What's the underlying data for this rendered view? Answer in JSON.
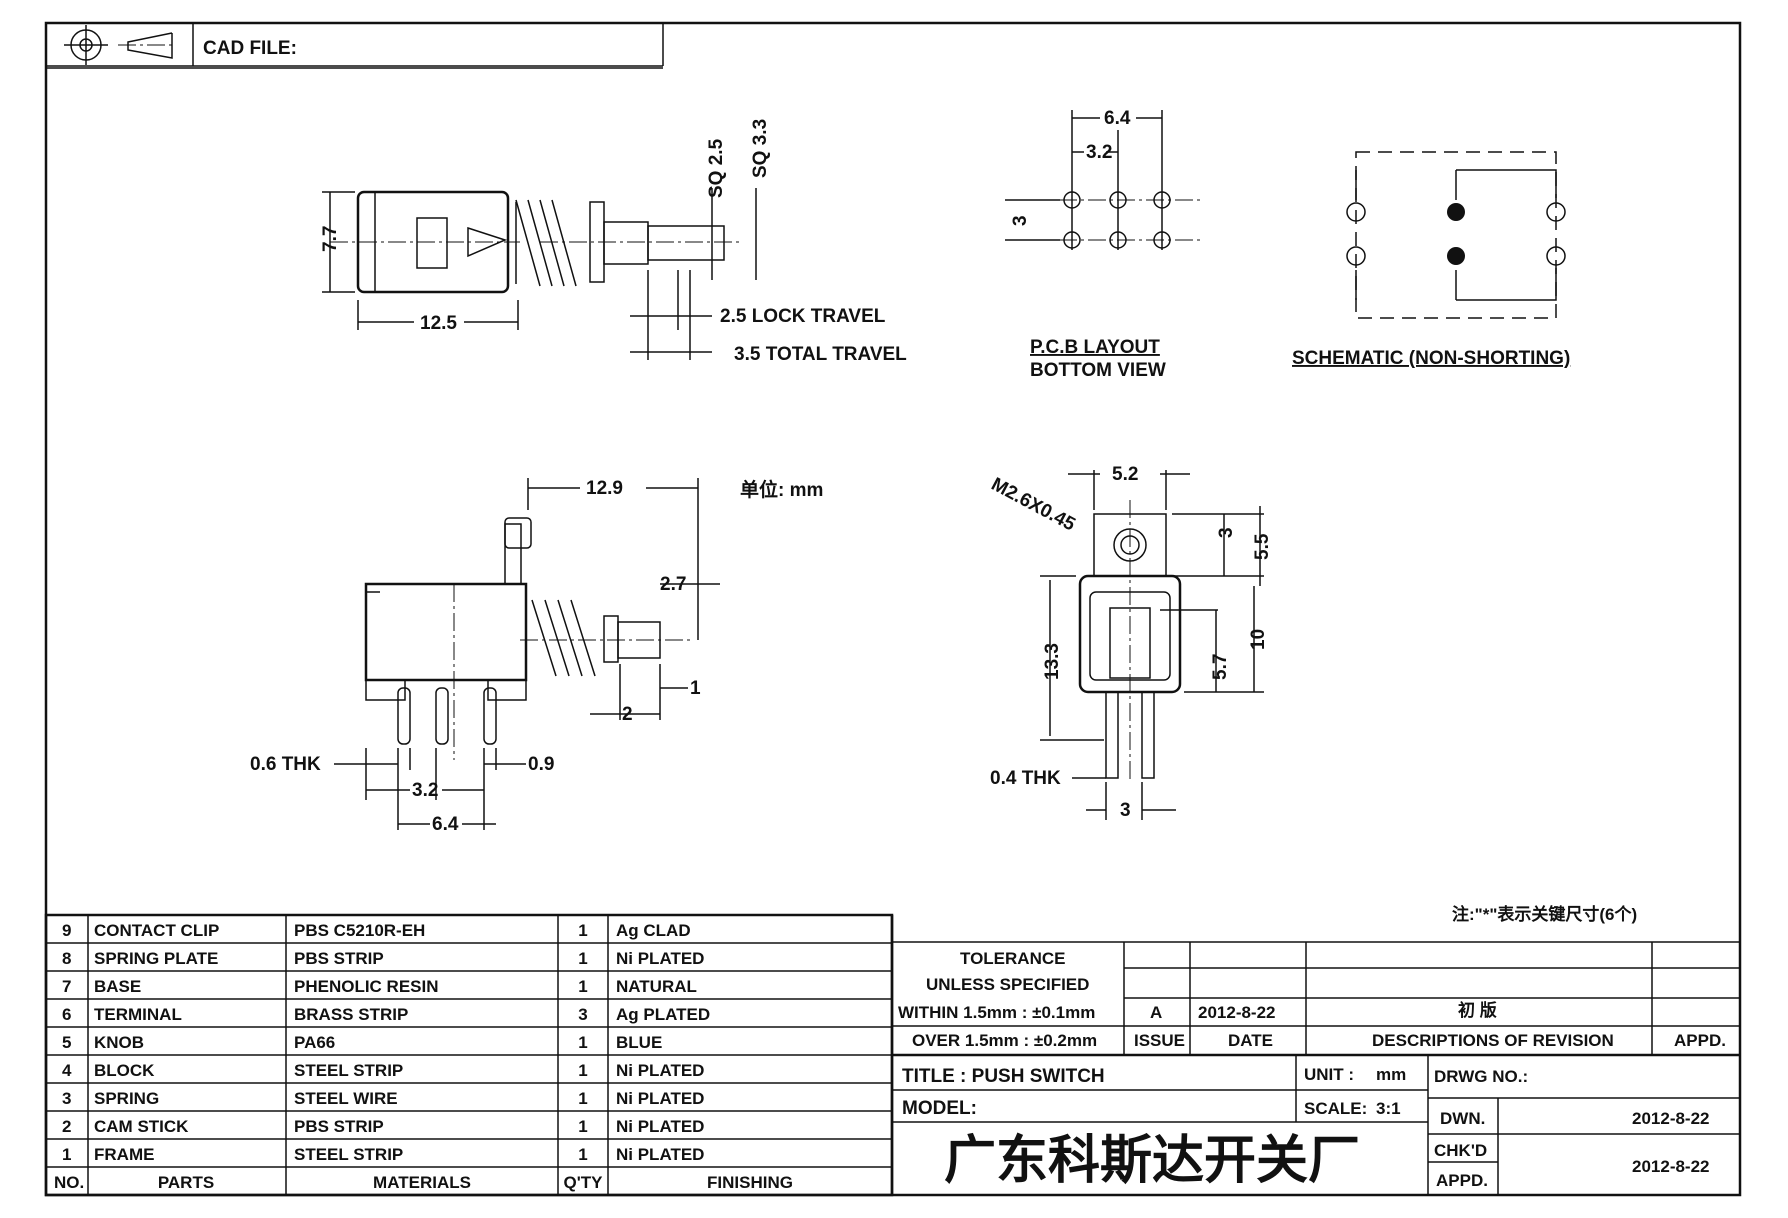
{
  "header": {
    "cad_file_label": "CAD FILE:"
  },
  "icons": {
    "projection_symbol": "third-angle-projection-icon"
  },
  "side_view": {
    "dim_height": "7.7",
    "dim_length": "12.5",
    "dim_sq_small": "SQ 2.5",
    "dim_sq_large": "SQ 3.3",
    "lock_travel": "2.5 LOCK TRAVEL",
    "total_travel": "3.5 TOTAL TRAVEL"
  },
  "pcb_layout": {
    "dim_outer": "6.4",
    "dim_inner": "3.2",
    "dim_row": "3",
    "caption_line1": "P.C.B LAYOUT",
    "caption_line2": "BOTTOM VIEW"
  },
  "schematic": {
    "caption": "SCHEMATIC (NON-SHORTING)"
  },
  "front_view": {
    "dim_width": "12.9",
    "dim_stroke": "2.7",
    "dim_1": "1",
    "dim_2": "2",
    "thickness": "0.6 THK",
    "dim_09": "0.9",
    "dim_32": "3.2",
    "dim_64": "6.4",
    "unit_note": "单位: mm"
  },
  "end_view": {
    "thread": "M2.6X0.45",
    "dim_52": "5.2",
    "dim_3": "3",
    "dim_55": "5.5",
    "dim_133": "13.3",
    "dim_10": "10",
    "dim_57": "5.7",
    "thickness": "0.4 THK",
    "dim_3b": "3"
  },
  "note": "注:\"*\"表示关键尺寸(6个)",
  "bom": {
    "headers": [
      "NO.",
      "PARTS",
      "MATERIALS",
      "Q'TY",
      "FINISHING"
    ],
    "rows": [
      [
        "9",
        "CONTACT CLIP",
        "PBS C5210R-EH",
        "1",
        "Ag CLAD"
      ],
      [
        "8",
        "SPRING PLATE",
        "PBS STRIP",
        "1",
        "Ni PLATED"
      ],
      [
        "7",
        "BASE",
        "PHENOLIC RESIN",
        "1",
        "NATURAL"
      ],
      [
        "6",
        "TERMINAL",
        "BRASS STRIP",
        "3",
        "Ag PLATED"
      ],
      [
        "5",
        "KNOB",
        "PA66",
        "1",
        "BLUE"
      ],
      [
        "4",
        "BLOCK",
        "STEEL STRIP",
        "1",
        "Ni PLATED"
      ],
      [
        "3",
        "SPRING",
        "STEEL WIRE",
        "1",
        "Ni PLATED"
      ],
      [
        "2",
        "CAM STICK",
        "PBS STRIP",
        "1",
        "Ni PLATED"
      ],
      [
        "1",
        "FRAME",
        "STEEL STRIP",
        "1",
        "Ni PLATED"
      ]
    ]
  },
  "revision": {
    "tolerance_l1": "TOLERANCE",
    "tolerance_l2": "UNLESS  SPECIFIED",
    "tolerance_l3": "WITHIN 1.5mm : ±0.1mm",
    "tolerance_l4": "OVER 1.5mm : ±0.2mm",
    "issue": "A",
    "date": "2012-8-22",
    "description": "初 版",
    "label_issue": "ISSUE",
    "label_date": "DATE",
    "label_desc": "DESCRIPTIONS  OF  REVISION",
    "label_appd": "APPD."
  },
  "title_block": {
    "title": "TITLE : PUSH  SWITCH",
    "unit_label": "UNIT :",
    "unit_value": "mm",
    "drwg_no_label": "DRWG NO.:",
    "model_label": "MODEL:",
    "scale_label": "SCALE:",
    "scale_value": "3:1",
    "dwn_label": "DWN.",
    "dwn_date": "2012-8-22",
    "chkd_label": "CHK'D",
    "appd_label": "APPD.",
    "chk_date": "2012-8-22",
    "company": "广东科斯达开关厂"
  }
}
